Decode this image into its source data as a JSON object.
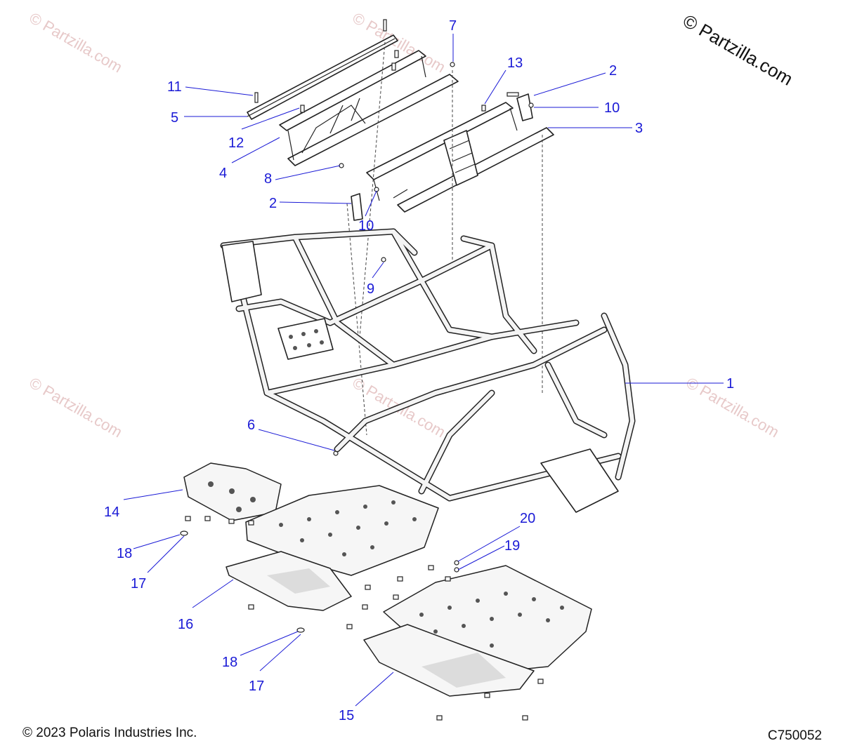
{
  "watermark": "© Partzilla.com",
  "brand_mark": "© Partzilla.com",
  "copyright": "© 2023 Polaris Industries Inc.",
  "diagram_code": "C750052",
  "callouts": {
    "c1": "1",
    "c2a": "2",
    "c2b": "2",
    "c3": "3",
    "c4": "4",
    "c5": "5",
    "c6": "6",
    "c7": "7",
    "c8": "8",
    "c9": "9",
    "c10a": "10",
    "c10b": "10",
    "c11": "11",
    "c12": "12",
    "c13": "13",
    "c14": "14",
    "c15": "15",
    "c16": "16",
    "c17a": "17",
    "c17b": "17",
    "c18a": "18",
    "c18b": "18",
    "c19": "19",
    "c20": "20"
  },
  "colors": {
    "callout": "#1a1ad6",
    "watermark": "#e7c9c9",
    "line_art": "#222222"
  }
}
